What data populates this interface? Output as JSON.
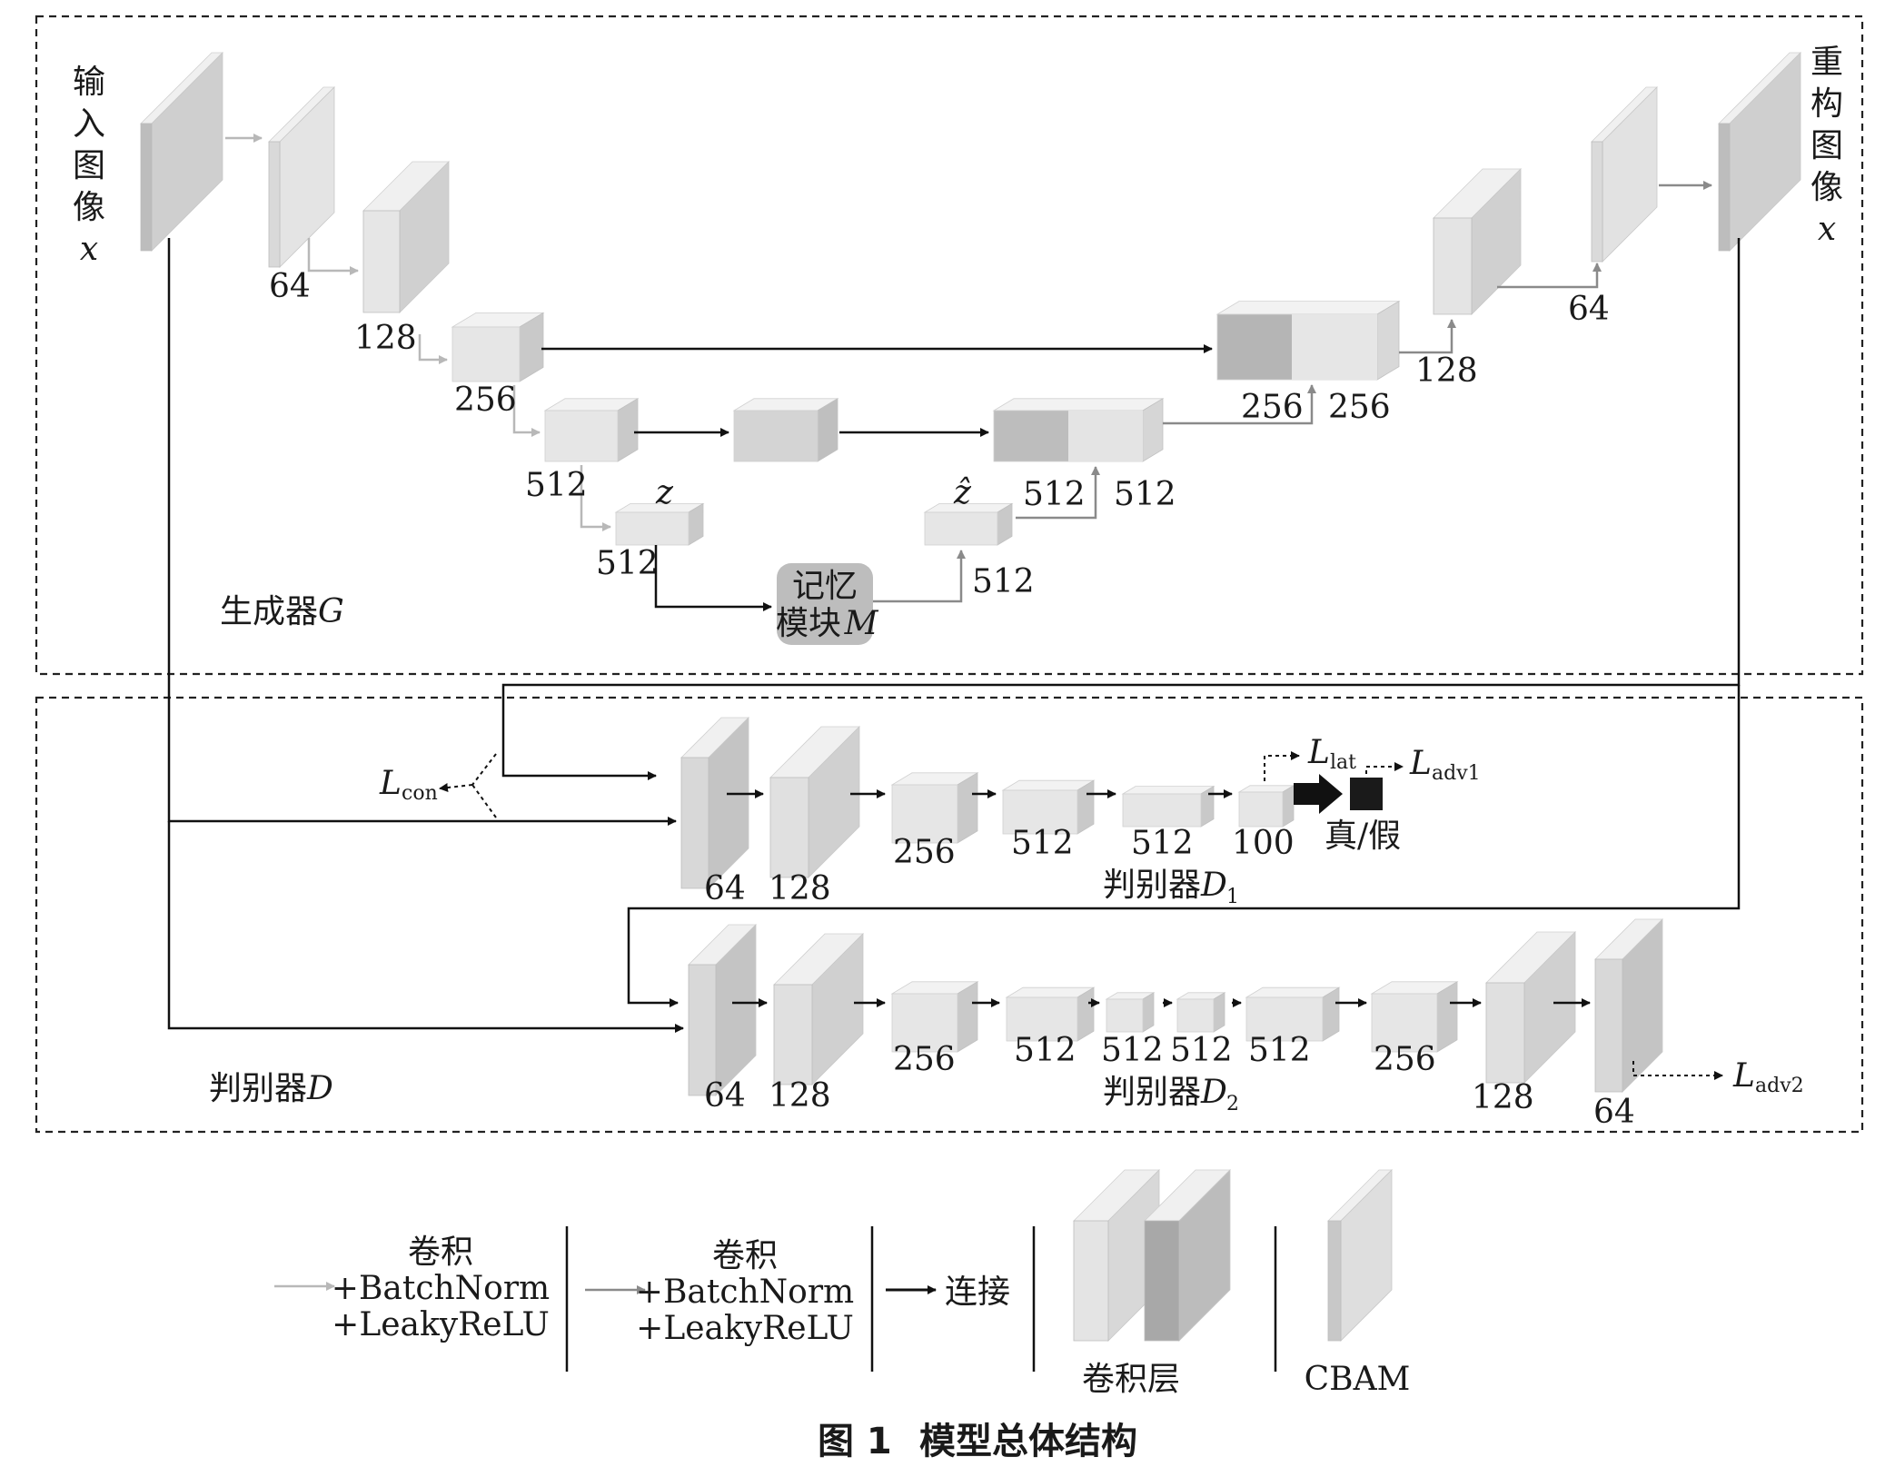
{
  "generator": {
    "input_label": [
      "输",
      "入",
      "图",
      "像",
      "x"
    ],
    "output_label": [
      "重",
      "构",
      "图",
      "像",
      "x"
    ],
    "enc_labels": [
      "64",
      "128",
      "256",
      "512",
      "512"
    ],
    "z_label": "z",
    "z_hat_label": "ẑ",
    "memory_label_1": "记忆",
    "memory_label_2": "模块",
    "memory_label_M": "M",
    "zhat_size": "512",
    "dec_labels": [
      "512",
      "512",
      "256",
      "256",
      "128",
      "64"
    ],
    "title_cn": "生成器",
    "title_G": "G"
  },
  "discriminator": {
    "title_cn": "判别器",
    "title_D": "D",
    "d1_title": "判别器",
    "d1_var": "D",
    "d1_sub": "1",
    "d2_title": "判别器",
    "d2_var": "D",
    "d2_sub": "2",
    "d1_labels": [
      "64",
      "128",
      "256",
      "512",
      "512",
      "100"
    ],
    "d2_labels": [
      "64",
      "128",
      "256",
      "512",
      "512",
      "512",
      "512",
      "256",
      "128",
      "64"
    ],
    "real_fake": "真/假",
    "loss_con_L": "L",
    "loss_con_sub": "con",
    "loss_lat_L": "L",
    "loss_lat_sub": "lat",
    "loss_adv1_L": "L",
    "loss_adv1_sub": "adv1",
    "loss_adv2_L": "L",
    "loss_adv2_sub": "adv2"
  },
  "legend": {
    "item1": [
      "卷积",
      "+BatchNorm",
      "+LeakyReLU"
    ],
    "item2": [
      "卷积",
      "+BatchNorm",
      "+LeakyReLU"
    ],
    "item3": "连接",
    "item4": "卷积层",
    "item5": "CBAM"
  },
  "caption": {
    "figure_no": "图 1",
    "title": "模型总体结构"
  },
  "colors": {
    "arrow_light": "#b8b8b8",
    "arrow_mid": "#8a8a8a",
    "arrow_dark": "#111111",
    "block_light": "#e6e6e6",
    "block_dark": "#bdbdbd"
  }
}
